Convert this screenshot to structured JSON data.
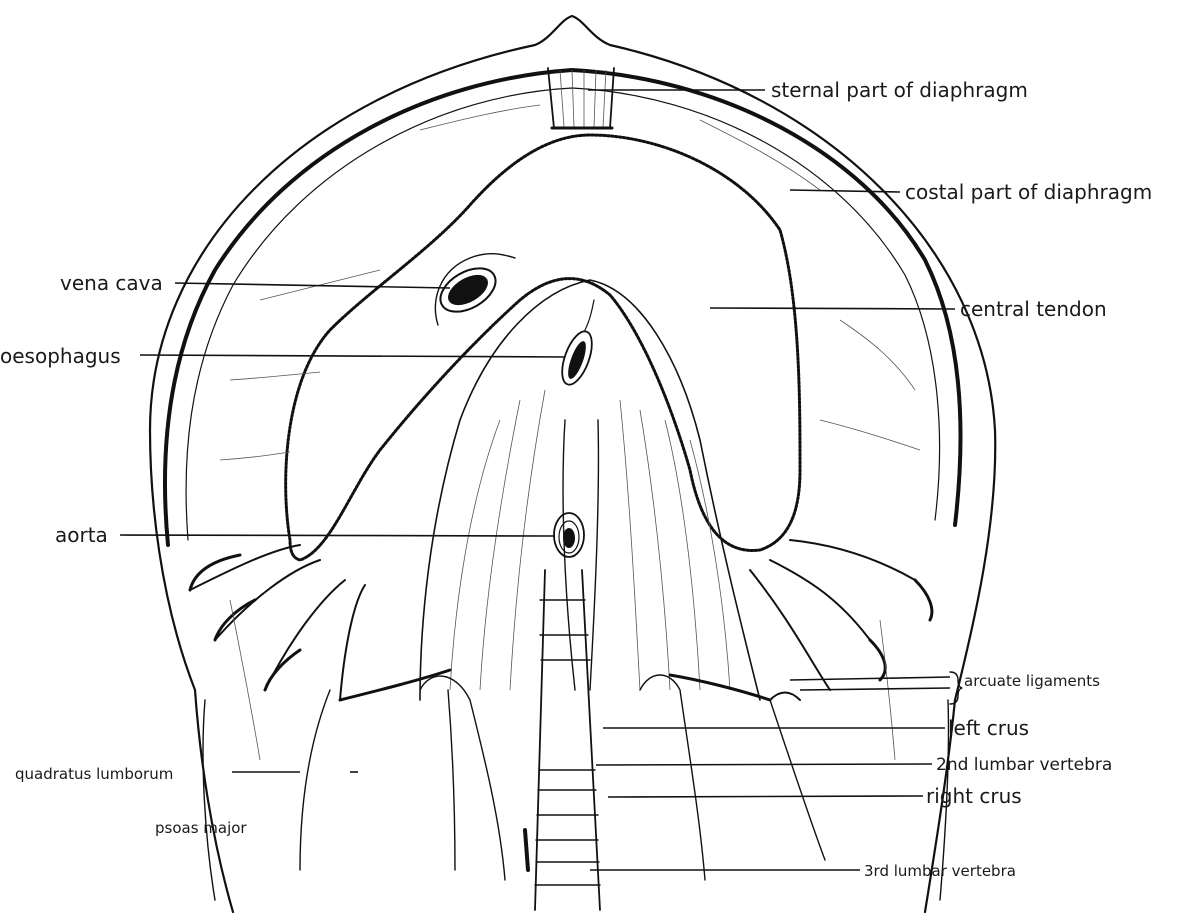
{
  "diagram": {
    "labels": {
      "sternal_part": "sternal part of diaphragm",
      "costal_part": "costal part of diaphragm",
      "vena_cava": "vena cava",
      "central_tendon": "central tendon",
      "oesophagus": "oesophagus",
      "aorta": "aorta",
      "arcuate_ligaments": "arcuate ligaments",
      "left_crus": "left crus",
      "quadratus_lumborum": "quadratus lumborum",
      "second_lumbar_vertebra": "2nd lumbar vertebra",
      "right_crus": "right crus",
      "psoas_major": "psoas major",
      "third_lumbar_vertebra": "3rd lumbar vertebra"
    }
  }
}
